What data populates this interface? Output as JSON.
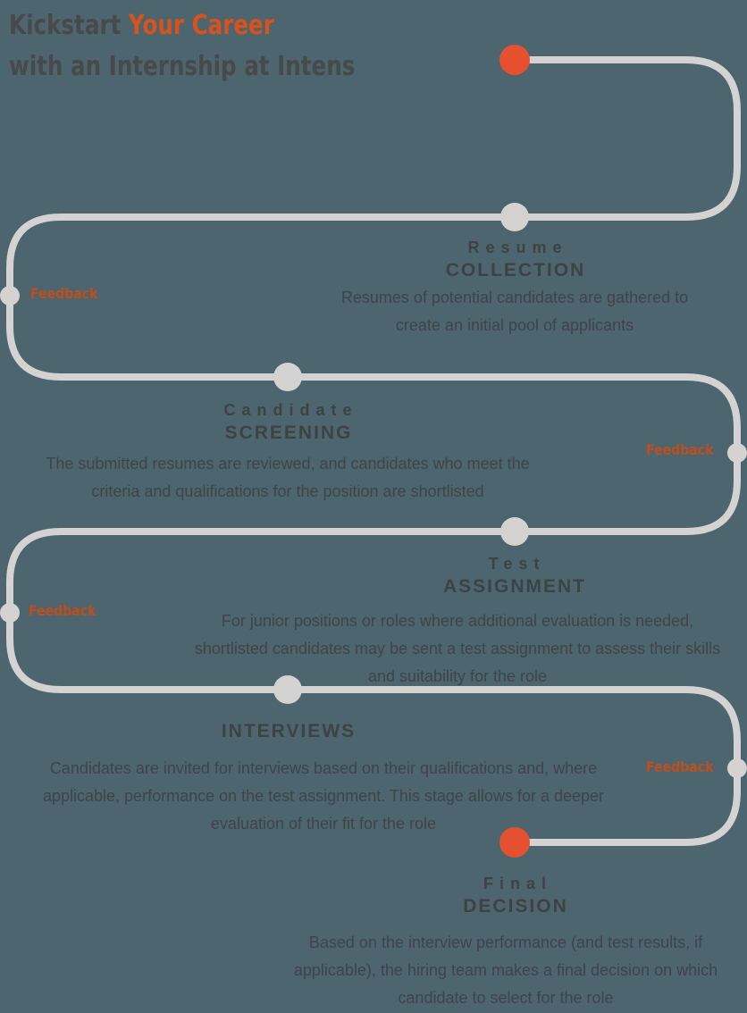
{
  "title": {
    "line1_dark": "Kickstart ",
    "line1_accent": "Your Career",
    "line2": "with an Internship at Intens"
  },
  "feedback": {
    "label": "Feedback"
  },
  "stages": [
    {
      "eyebrow": "Resume",
      "name": "COLLECTION",
      "description_lines": [
        "Resumes of potential candidates are gathered to",
        "create an initial pool of applicants"
      ]
    },
    {
      "eyebrow": "Candidate",
      "name": "SCREENING",
      "description_lines": [
        "The submitted resumes are reviewed, and candidates who meet the",
        "criteria and qualifications for the position are shortlisted"
      ]
    },
    {
      "eyebrow": "Test",
      "name": "ASSIGNMENT",
      "description_lines": [
        "For junior positions or roles where additional evaluation is needed,",
        "shortlisted candidates may be sent a test assignment to assess their skills",
        "and suitability for the role"
      ]
    },
    {
      "eyebrow": "",
      "name": "INTERVIEWS",
      "description_lines": [
        "Candidates are invited for interviews based on their qualifications and, where",
        "applicable, performance on the test assignment. This stage allows for a deeper",
        "evaluation of their fit for the role"
      ]
    },
    {
      "eyebrow": "Final",
      "name": "DECISION",
      "description_lines": [
        "Based on the interview performance (and test results, if",
        "applicable), the hiring team makes a final decision on which",
        "candidate to select for the role"
      ]
    }
  ],
  "colors": {
    "background": "#4d656e",
    "path": "#d5d2d2",
    "accent_node": "#e5512e",
    "feedback_text": "#bf4e1c",
    "title_dark": "#47494b",
    "title_accent": "#d7521c",
    "heading_text": "#3e4245",
    "body_text": "#3f4448"
  }
}
